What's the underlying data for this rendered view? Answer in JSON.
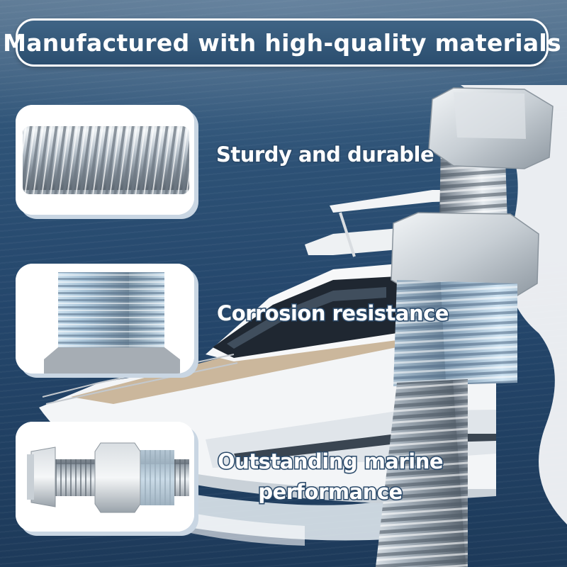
{
  "header": {
    "title": "Manufactured with high-quality materials"
  },
  "features": [
    {
      "label": "Sturdy and durable",
      "image": "threaded-rod-closeup"
    },
    {
      "label": "Corrosion resistance",
      "image": "nut-thread-closeup"
    },
    {
      "label_line1": "Outstanding marine",
      "label_line2": "performance",
      "image": "bolt-with-nut"
    }
  ],
  "scene": {
    "background": "yacht-on-sea",
    "product": "galvanized-hex-bolt-and-nut"
  },
  "colors": {
    "header_bg": "#2f5274",
    "border": "#ffffff",
    "text": "#ffffff",
    "text_outline": "#2b4a6a",
    "sea": "#24466b"
  }
}
